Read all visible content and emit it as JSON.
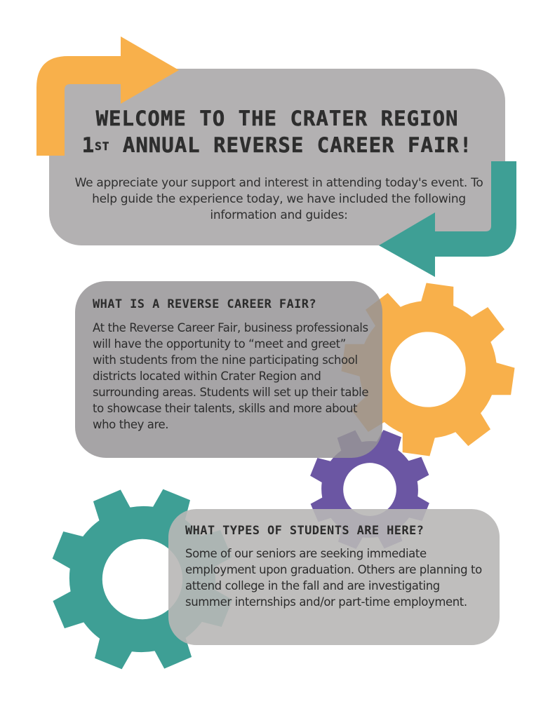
{
  "header": {
    "title_line1": "Welcome to the Crater Region",
    "title_line2_ordinal_number": "1",
    "title_line2_ordinal_suffix": "st",
    "title_line2_rest": " Annual Reverse Career Fair!",
    "intro": "We appreciate your support and interest in attending today's event. To help guide the experience today, we have included the following information and guides:"
  },
  "sections": [
    {
      "title": "What is a Reverse Career Fair?",
      "body": "At the Reverse Career Fair, business professionals will have the opportunity to “meet and greet” with students from the nine participating school districts located within Crater Region and surrounding areas. Students will set up their table to showcase their talents, skills and more about who they are."
    },
    {
      "title": "What types of students are here?",
      "body": "Some of our seniors are seeking immediate employment upon graduation. Others are planning to attend college in the fall and are investigating summer internships and/or part-time employment."
    }
  ],
  "colors": {
    "orange": "#F8B04B",
    "teal": "#3E9F95",
    "purple": "#6B56A3",
    "gray_box": "#B3B1B2",
    "gray_box2": "#A9A7A8",
    "gray_box3": "#BEBDBC",
    "text": "#2E2E2E"
  },
  "decorations": {
    "arrows": [
      "orange-right-arrow",
      "teal-left-arrow"
    ],
    "gears": [
      "orange-gear",
      "purple-gear",
      "teal-gear"
    ]
  }
}
